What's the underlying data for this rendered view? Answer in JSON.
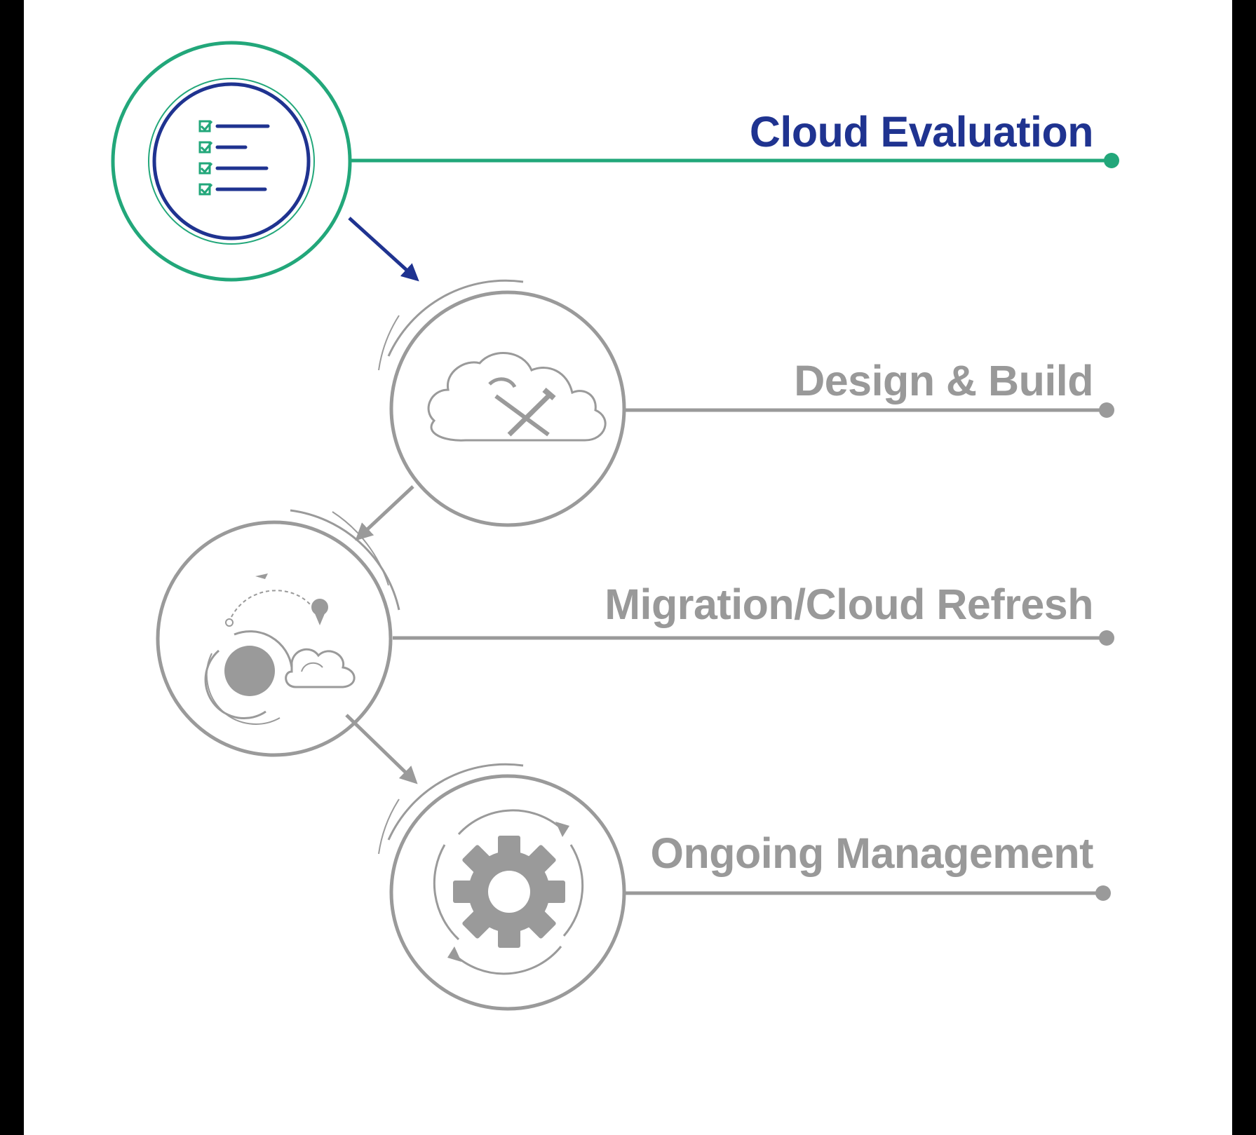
{
  "colors": {
    "active_green": "#22a77a",
    "active_blue": "#1f3390",
    "inactive_gray": "#9a9a9a",
    "background": "#ffffff",
    "frame": "#000000"
  },
  "steps": [
    {
      "label": "Cloud Evaluation",
      "icon": "checklist-icon",
      "state": "active"
    },
    {
      "label": "Design & Build",
      "icon": "cloud-tools-icon",
      "state": "inactive"
    },
    {
      "label": "Migration/Cloud Refresh",
      "icon": "cloud-migration-icon",
      "state": "inactive"
    },
    {
      "label": "Ongoing Management",
      "icon": "gear-cycle-icon",
      "state": "inactive"
    }
  ]
}
